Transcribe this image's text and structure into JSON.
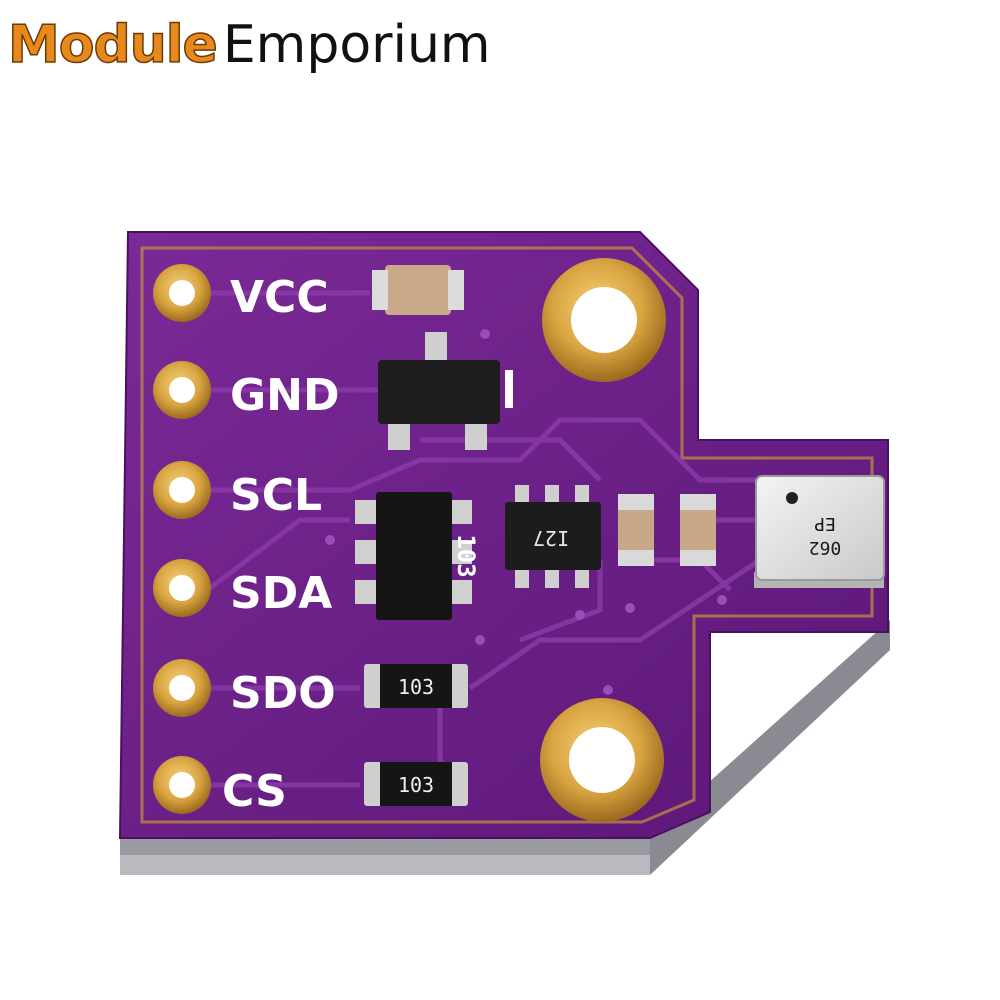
{
  "brand": {
    "part1": "Module",
    "part2": "Emporium",
    "accent_color": "#e8891e"
  },
  "board": {
    "pcb_color": "#6a1f86",
    "gold_color": "#d9a441",
    "pins": [
      "VCC",
      "GND",
      "SCL",
      "SDA",
      "SDO",
      "CS"
    ],
    "resistor_network_marking": "103",
    "resistor_markings": [
      "103",
      "103"
    ],
    "chip_marking": "I27",
    "sensor_marking": [
      "062",
      "EP"
    ]
  }
}
